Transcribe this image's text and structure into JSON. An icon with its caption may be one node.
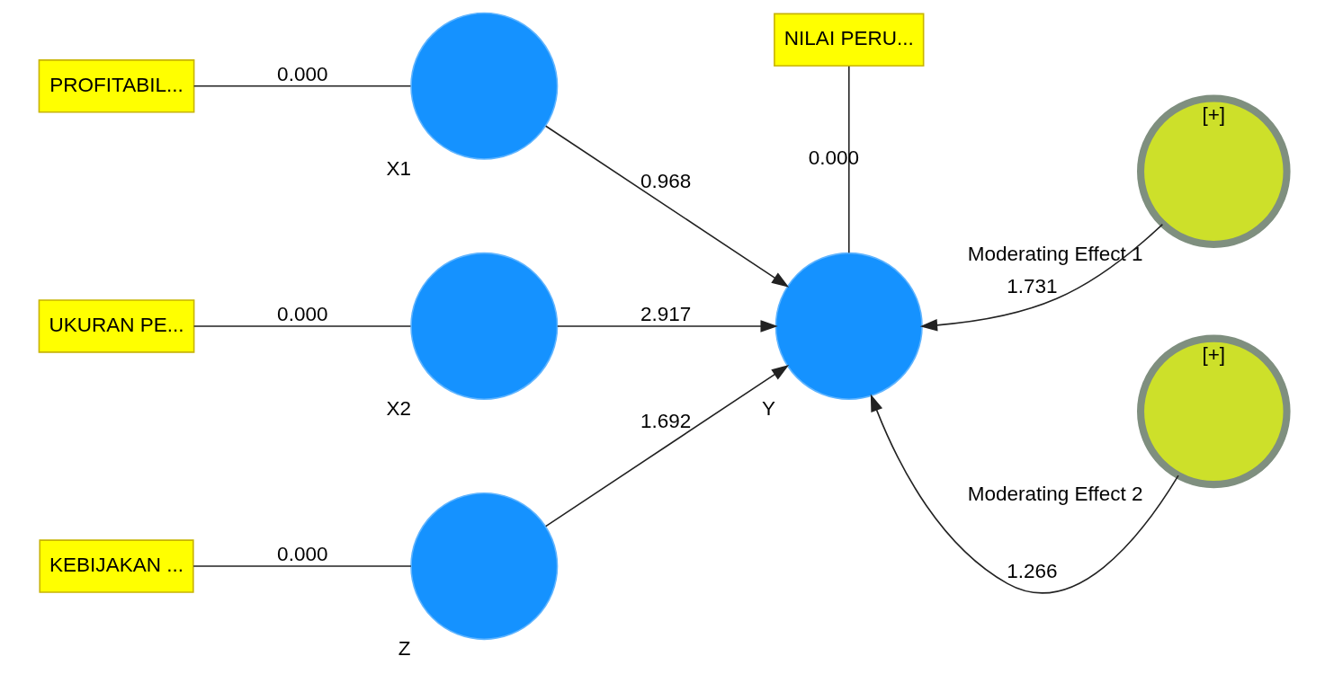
{
  "diagram": {
    "nodes": [
      {
        "text": [
          "PROFITABIL..."
        ]
      },
      {
        "text": [
          "X1"
        ]
      },
      {
        "text": [
          "UKURAN PE..."
        ]
      },
      {
        "text": [
          "X2"
        ]
      },
      {
        "text": [
          "KEBIJAKAN ..."
        ]
      },
      {
        "text": [
          "Z"
        ]
      },
      {
        "text": [
          "NILAI PERU..."
        ]
      },
      {
        "text": [
          "Y"
        ]
      },
      {
        "text": [
          "[+]",
          "Moderating Effect 1"
        ]
      },
      {
        "text": [
          "[+]",
          "Moderating Effect 2"
        ]
      }
    ],
    "edges": [
      {
        "from": 0,
        "to": 1,
        "arrow": "none",
        "label": "0.000"
      },
      {
        "from": 2,
        "to": 3,
        "arrow": "none",
        "label": "0.000"
      },
      {
        "from": 4,
        "to": 5,
        "arrow": "none",
        "label": "0.000"
      },
      {
        "from": 6,
        "to": 7,
        "arrow": "none",
        "label": "0.000"
      },
      {
        "from": 1,
        "to": 7,
        "arrow": "to",
        "label": "0.968"
      },
      {
        "from": 3,
        "to": 7,
        "arrow": "to",
        "label": "2.917"
      },
      {
        "from": 5,
        "to": 7,
        "arrow": "to",
        "label": "1.692"
      },
      {
        "from": 8,
        "to": 7,
        "arrow": "to",
        "label": "1.731"
      },
      {
        "from": 9,
        "to": 7,
        "arrow": "to",
        "label": "1.266"
      }
    ]
  }
}
